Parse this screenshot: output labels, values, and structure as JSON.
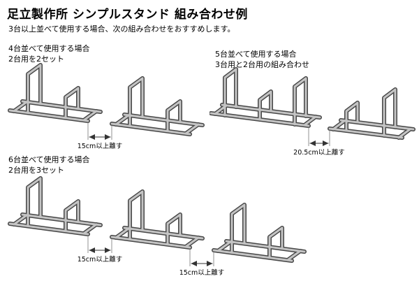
{
  "page": {
    "title": "足立製作所 シンプルスタンド 組み合わせ例",
    "subtitle": "3台以上並べて使用する場合、次の組み合わせをおすすめします。"
  },
  "diagrams": [
    {
      "caption_line1": "4台並べて使用する場合",
      "caption_line2": "2台用を2セット",
      "dimension_label": "15cm以上離す"
    },
    {
      "caption_line1": "5台並べて使用する場合",
      "caption_line2": "3台用と2台用の組み合わせ",
      "dimension_label": "20.5cm以上離す"
    },
    {
      "caption_line1": "6台並べて使用する場合",
      "caption_line2": "2台用を3セット",
      "dimension_labels": [
        "15cm以上離す",
        "15cm以上離す"
      ]
    }
  ],
  "colors": {
    "background": "#ffffff",
    "text": "#000000",
    "tube_dark": "#474747",
    "tube_light": "#c4c4c4",
    "dimension_line": "#333333"
  }
}
